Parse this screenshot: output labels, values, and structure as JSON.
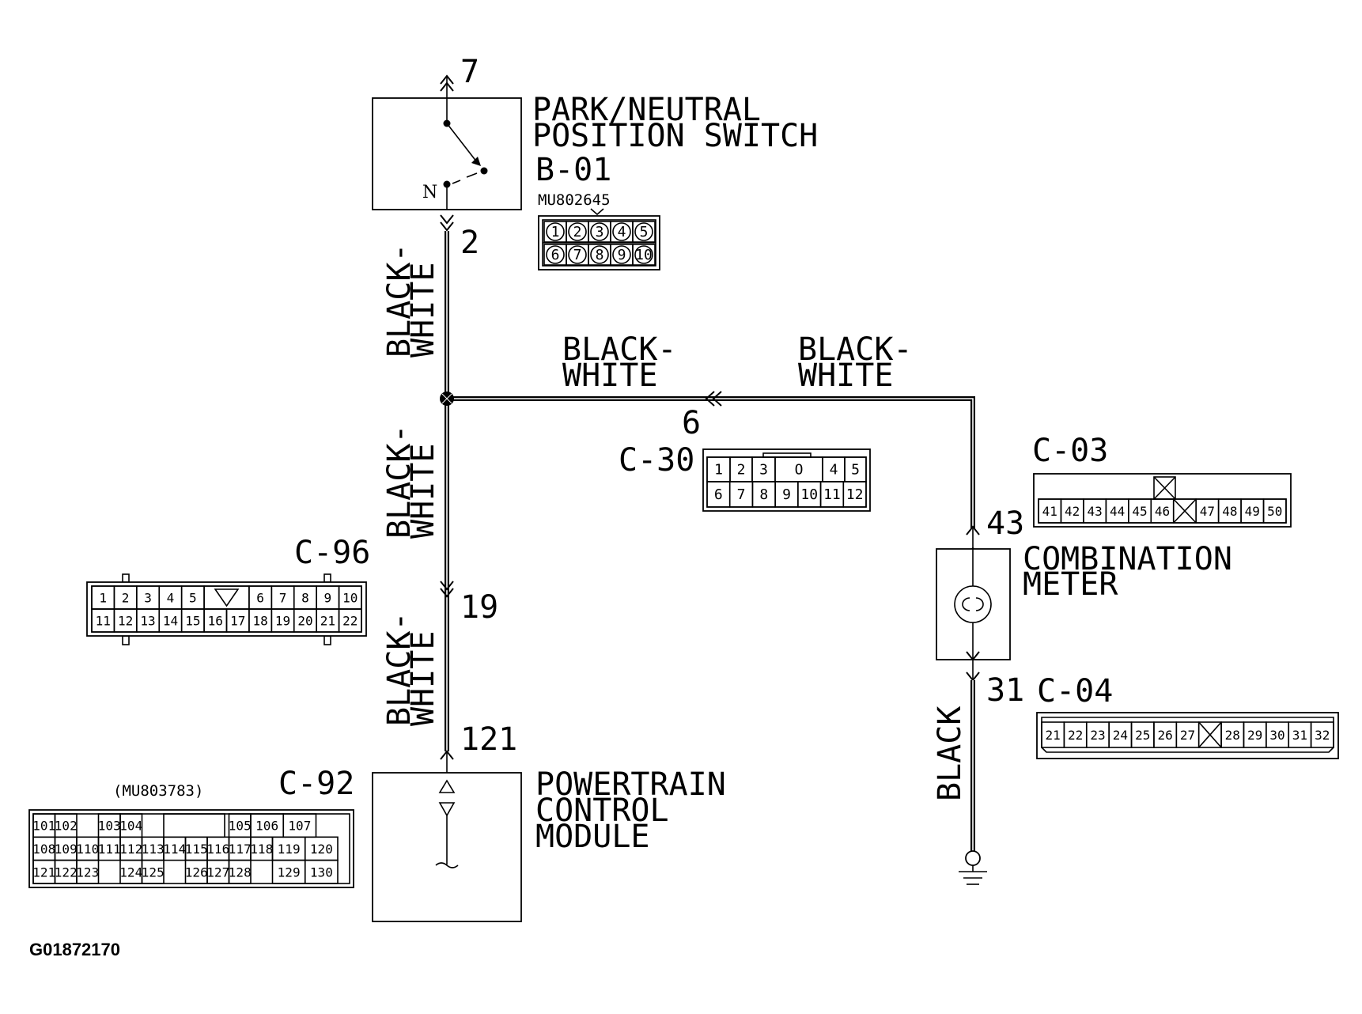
{
  "components": {
    "pn_switch": {
      "name_line1": "PARK/NEUTRAL",
      "name_line2": "POSITION SWITCH",
      "connector_id": "B-01",
      "part_number": "MU802645",
      "n_label": "N",
      "top_pin": "7",
      "bottom_pin": "2"
    },
    "combination_meter": {
      "name_line1": "COMBINATION",
      "name_line2": "METER",
      "top_pin": "43",
      "bottom_pin": "31"
    },
    "pcm": {
      "name_line1": "POWERTRAIN",
      "name_line2": "CONTROL",
      "name_line3": "MODULE",
      "pin": "121"
    }
  },
  "wires": {
    "vertical_upper": {
      "line1": "BLACK-",
      "line2": "WHITE"
    },
    "vertical_middle": {
      "line1": "BLACK-",
      "line2": "WHITE"
    },
    "vertical_lower": {
      "line1": "BLACK-",
      "line2": "WHITE"
    },
    "horizontal_left": {
      "line1": "BLACK-",
      "line2": "WHITE"
    },
    "horizontal_right": {
      "line1": "BLACK-",
      "line2": "WHITE"
    },
    "ground": {
      "label": "BLACK"
    }
  },
  "pins": {
    "c30_pin": "6",
    "c96_pin": "19"
  },
  "connectors": {
    "c30": {
      "id": "C-30",
      "row1": [
        "1",
        "2",
        "3",
        "O",
        "4",
        "5"
      ],
      "row2": [
        "6",
        "7",
        "8",
        "9",
        "10",
        "11",
        "12"
      ]
    },
    "c03": {
      "id": "C-03",
      "row1": [
        "41",
        "42",
        "43",
        "44",
        "45",
        "46",
        "",
        "47",
        "48",
        "49",
        "50"
      ]
    },
    "c04": {
      "id": "C-04",
      "row1": [
        "21",
        "22",
        "23",
        "24",
        "25",
        "26",
        "27",
        "",
        "28",
        "29",
        "30",
        "31",
        "32"
      ]
    },
    "c96": {
      "id": "C-96",
      "row1": [
        "1",
        "2",
        "3",
        "4",
        "5",
        "",
        "6",
        "7",
        "8",
        "9",
        "10"
      ],
      "row2": [
        "11",
        "12",
        "13",
        "14",
        "15",
        "16",
        "17",
        "18",
        "19",
        "20",
        "21",
        "22"
      ]
    },
    "b01": {
      "row1": [
        "1",
        "2",
        "3",
        "4",
        "5"
      ],
      "row2": [
        "6",
        "7",
        "8",
        "9",
        "10"
      ]
    },
    "c92": {
      "id": "C-92",
      "part_number": "(MU803783)",
      "row1": [
        "101",
        "102",
        "",
        "103",
        "104",
        "",
        "105",
        "106",
        "107"
      ],
      "row2": [
        "108",
        "109",
        "110",
        "111",
        "112",
        "113",
        "114",
        "115",
        "116",
        "117",
        "118",
        "119",
        "120"
      ],
      "row3": [
        "121",
        "122",
        "123",
        "",
        "124",
        "125",
        "",
        "126",
        "127",
        "128",
        "",
        "129",
        "130"
      ]
    }
  },
  "figure_id": "G01872170"
}
